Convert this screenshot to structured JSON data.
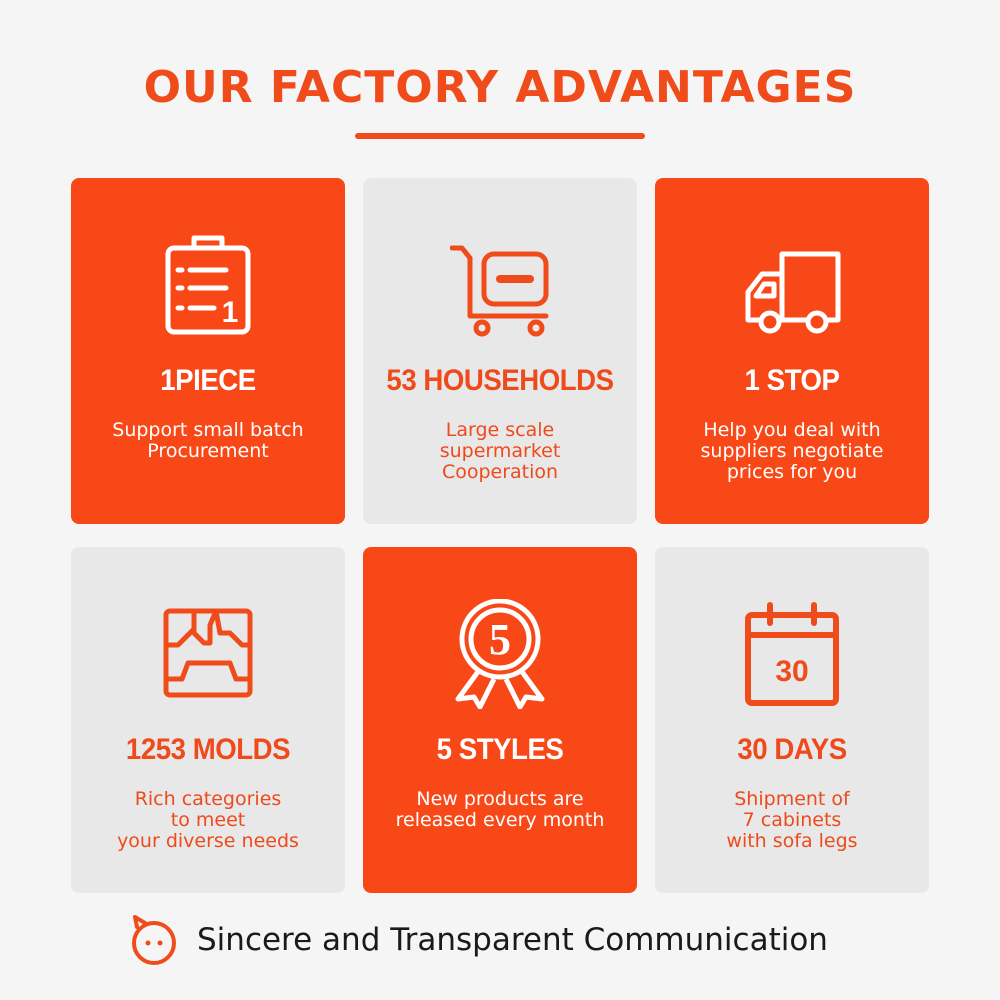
{
  "title": "OUR FACTORY ADVANTAGES",
  "colors": {
    "accent": "#f94818",
    "card_gray": "#e8e8e8",
    "background": "#f5f5f5"
  },
  "cards": [
    {
      "icon": "clipboard-list-icon",
      "heading": "1PIECE",
      "description": "Support small batch\nProcurement"
    },
    {
      "icon": "shopping-cart-icon",
      "heading": "53 HOUSEHOLDS",
      "description": "Large scale\nsupermarket\nCooperation"
    },
    {
      "icon": "delivery-truck-icon",
      "heading": "1 STOP",
      "description": "Help you deal with\nsuppliers negotiate\nprices for you"
    },
    {
      "icon": "mold-box-icon",
      "heading": "1253 MOLDS",
      "description": "Rich categories\nto meet\nyour diverse needs"
    },
    {
      "icon": "award-ribbon-5-icon",
      "heading": "5 STYLES",
      "description": "New products are\nreleased every month"
    },
    {
      "icon": "calendar-30-icon",
      "heading": "30 DAYS",
      "description": "Shipment of\n7 cabinets\nwith sofa legs"
    }
  ],
  "icon_text": {
    "clipboard_number": "1",
    "award_number": "5",
    "calendar_number": "30"
  },
  "footer": {
    "icon": "mascot-face-icon",
    "text": "Sincere and Transparent Communication"
  }
}
